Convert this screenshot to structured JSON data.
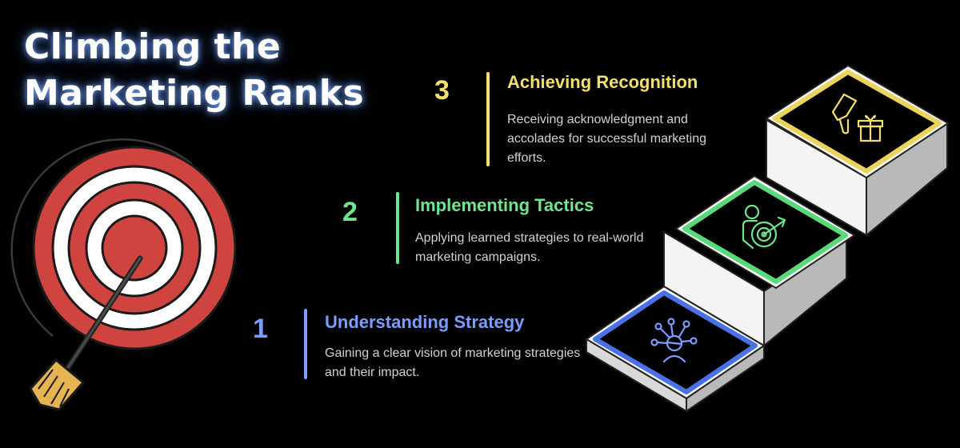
{
  "title": {
    "line1": "Climbing the",
    "line2": "Marketing Ranks"
  },
  "steps": [
    {
      "number": "1",
      "heading": "Understanding Strategy",
      "description": "Gaining a clear vision of marketing strategies and their impact.",
      "color": "#7c9dff",
      "icon": "strategy-network-icon"
    },
    {
      "number": "2",
      "heading": "Implementing Tactics",
      "description": "Applying learned strategies to real-world marketing campaigns.",
      "color": "#6fe68e",
      "icon": "person-target-icon"
    },
    {
      "number": "3",
      "heading": "Achieving Recognition",
      "description": "Receiving acknowledgment and accolades for successful marketing efforts.",
      "color": "#f3df6e",
      "icon": "award-gift-icon"
    }
  ],
  "target": {
    "ring_color": "#d0443f",
    "arrow_fletching_color": "#e6b453"
  }
}
